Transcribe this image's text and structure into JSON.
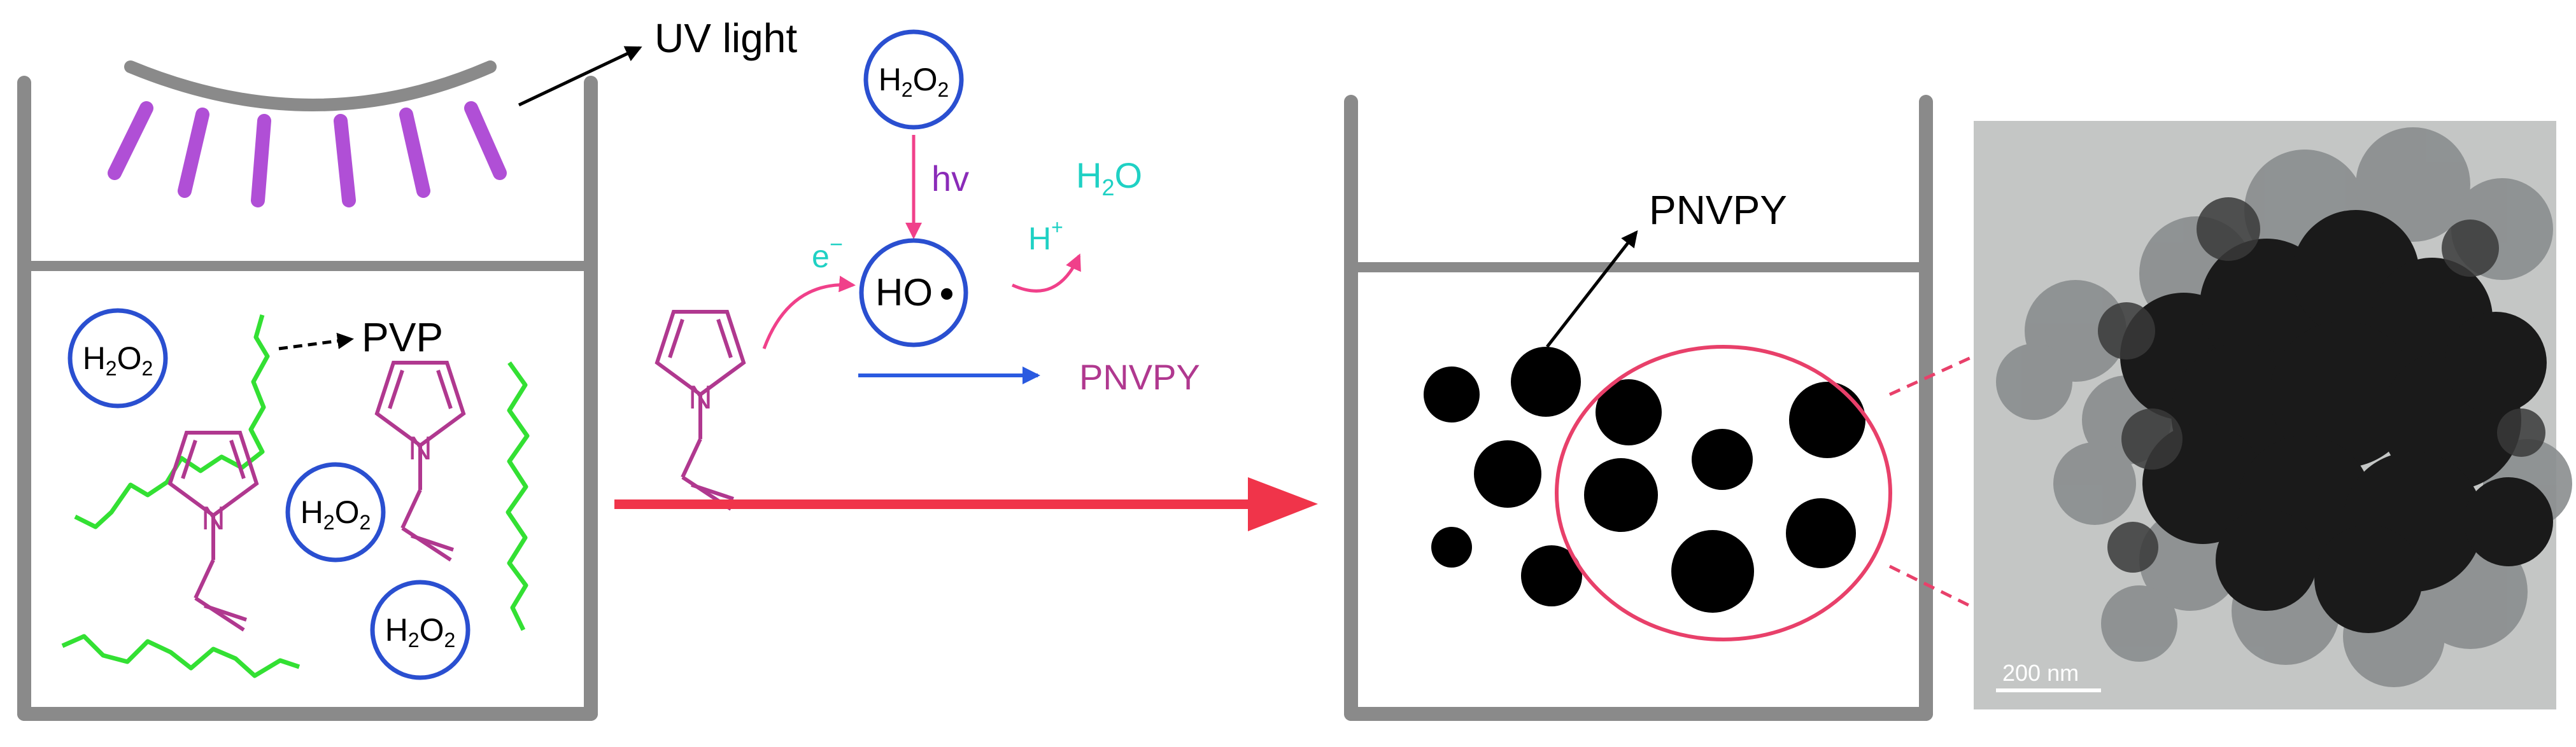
{
  "labels": {
    "uv_light": "UV light",
    "pvp": "PVP",
    "pnvpy_in_beaker": "PNVPY",
    "pnvpy_product": "PNVPY",
    "hv": "hv",
    "electron": "e",
    "electron_charge": "−",
    "proton": "H",
    "proton_charge": "+",
    "water_h": "H",
    "water_sub": "2",
    "water_o": "O",
    "hydroxyl": "HO",
    "h2o2_h": "H",
    "h2o2_sub": "2",
    "h2o2_o": "O",
    "h2o2_o_sub": "2",
    "pyrrole_n": "N",
    "scale_bar": "200 nm"
  },
  "colors": {
    "beaker": "#8a8a8a",
    "lamp_rays": "#b04fd6",
    "h2o2_circle": "#2a4fd0",
    "pvp_chain": "#33e033",
    "monomer": "#b0388f",
    "reaction_arrow": "#f0344a",
    "cyan_label": "#1fd1c4",
    "hv_label": "#8a2bb8",
    "pnvpy_label": "#b0388f",
    "blue_arrow": "#2a5ae0",
    "particles": "#000000",
    "tem_background": "#c4c6c5"
  },
  "icons": {
    "uv_lamp": "uv-lamp-icon",
    "h2o2": "h2o2-molecule-icon",
    "monomer": "n-vinylpyrrole-structure-icon",
    "tem": "tem-micrograph-image"
  }
}
